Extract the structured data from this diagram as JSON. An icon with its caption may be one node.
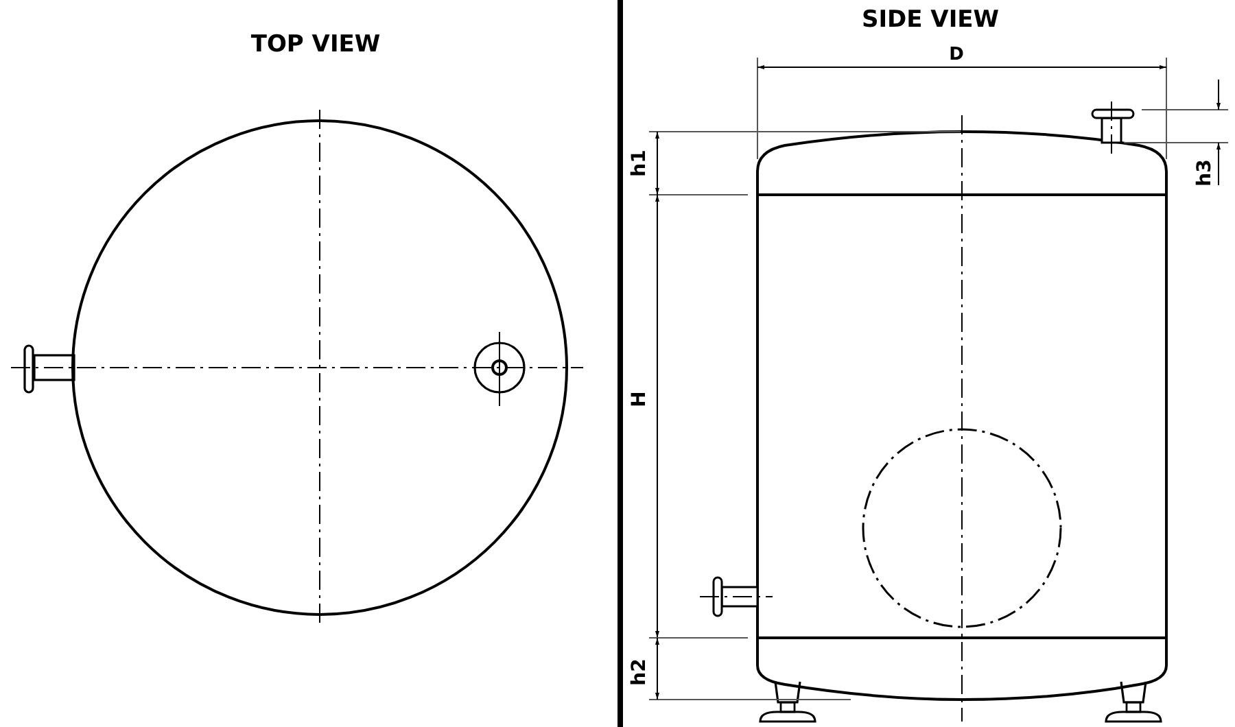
{
  "diagram": {
    "labels": [
      "TOP VIEW",
      "SIDE VIEW",
      "D",
      "h1",
      "h3",
      "H",
      "h2"
    ]
  }
}
